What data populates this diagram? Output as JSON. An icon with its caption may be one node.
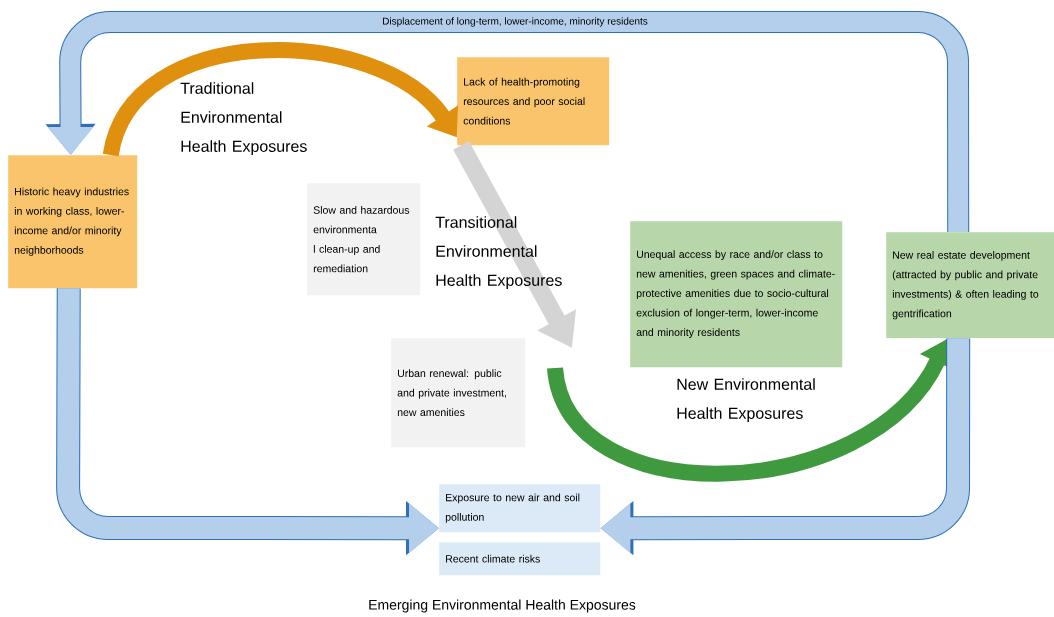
{
  "diagram": {
    "caption": "Emerging Environmental Health Exposures",
    "nodes": [
      {
        "text": [
          "Historic heavy industries in working class, lower-income and/or minority neighborhoods"
        ]
      },
      {
        "text": [
          "Lack of health-promoting resources and poor social conditions"
        ]
      },
      {
        "text": [
          "Slow and hazardous environmenta l clean-up and remediation"
        ]
      },
      {
        "text": [
          "Urban renewal: public and private investment, new amenities"
        ]
      },
      {
        "text": [
          "Unequal access by race and/or class to new amenities, green spaces and climate-protective amenities due to socio-cultural exclusion of longer-term, lower-income and minority residents"
        ]
      },
      {
        "text": [
          "New real estate development (attracted by public and private investments) & often leading to gentrification"
        ]
      },
      {
        "text": [
          "Exposure to new air and soil pollution"
        ]
      },
      {
        "text": [
          "Recent climate risks"
        ]
      }
    ],
    "edges": [
      {
        "from": 0,
        "to": 1,
        "arrow": "to",
        "label": "Traditional Environmental Health Exposures",
        "color": "#e0900f"
      },
      {
        "from": 1,
        "to": null,
        "arrow": "to",
        "label": "Transitional Environmental Health Exposures",
        "color": "#d4d4d4"
      },
      {
        "from": null,
        "to": 5,
        "arrow": "to",
        "label": "New Environmental Health Exposures",
        "color": "#3f9a3f"
      },
      {
        "from": 5,
        "to": 0,
        "arrow": "to",
        "label": "Displacement of long-term, lower-income, minority residents"
      },
      {
        "from": 0,
        "to": 6,
        "arrow": "to"
      },
      {
        "from": 5,
        "to": 6,
        "arrow": "to"
      }
    ]
  }
}
